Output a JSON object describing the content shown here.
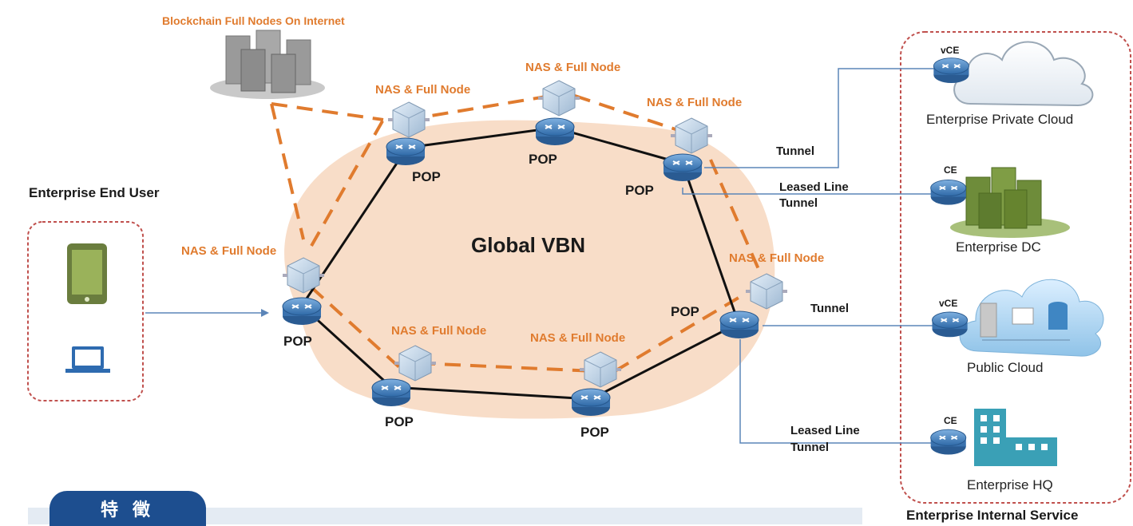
{
  "title": "Global VBN",
  "blockchain_label": "Blockchain Full Nodes On Internet",
  "end_user_label": "Enterprise End User",
  "internal_service_label": "Enterprise Internal Service",
  "node_label": "NAS & Full Node",
  "pop_label": "POP",
  "links": {
    "tunnel": "Tunnel",
    "leased_line": "Leased Line",
    "leased_tunnel": "Tunnel"
  },
  "devices": {
    "vce": "vCE",
    "ce": "CE"
  },
  "services": [
    {
      "name": "Enterprise Private Cloud",
      "device": "vCE"
    },
    {
      "name": "Enterprise DC",
      "device": "CE"
    },
    {
      "name": "Public Cloud",
      "device": "vCE"
    },
    {
      "name": "Enterprise HQ",
      "device": "CE"
    }
  ],
  "feature_tab": "特 徵",
  "colors": {
    "accent_orange": "#e07b2e",
    "blob": "#f8ddc8",
    "router": "#4a82bd",
    "link_blue": "#5b85b8",
    "dashed_red": "#c0504d",
    "tab_blue": "#1d4e8f"
  },
  "icons": [
    "server-cluster-icon",
    "router-icon",
    "node-cube-icon",
    "cloud-icon",
    "datacenter-icon",
    "building-icon",
    "smartphone-icon",
    "laptop-icon"
  ]
}
